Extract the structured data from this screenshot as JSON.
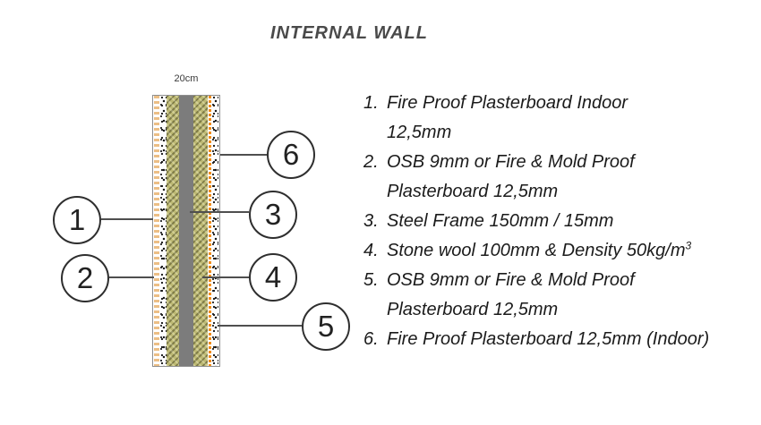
{
  "title": "INTERNAL WALL",
  "diagram": {
    "dimension_label": "20cm",
    "layers": [
      {
        "id": "plasterboard-indoor-left",
        "pattern": "tan-ladder",
        "color": "#ecbe85"
      },
      {
        "id": "osb-left",
        "pattern": "speckle",
        "color": "#1b1b1b"
      },
      {
        "id": "stone-wool-left",
        "pattern": "diagonal-hatch",
        "color": "#c8c47a"
      },
      {
        "id": "steel-frame",
        "pattern": "solid",
        "color": "#7c7c7c"
      },
      {
        "id": "stone-wool-right",
        "pattern": "diagonal-hatch",
        "color": "#c8c47a"
      },
      {
        "id": "osb-right",
        "pattern": "orange-ladder",
        "color": "#ef8c1c"
      },
      {
        "id": "plasterboard-indoor-right",
        "pattern": "speckle",
        "color": "#1b1b1b"
      }
    ]
  },
  "callouts": [
    {
      "label": "1"
    },
    {
      "label": "2"
    },
    {
      "label": "3"
    },
    {
      "label": "4"
    },
    {
      "label": "5"
    },
    {
      "label": "6"
    }
  ],
  "legend": {
    "items": [
      {
        "num": "1.",
        "line1": "Fire Proof Plasterboard Indoor",
        "line2": "12,5mm"
      },
      {
        "num": "2.",
        "line1": "OSB 9mm or Fire & Mold Proof",
        "line2": "Plasterboard 12,5mm"
      },
      {
        "num": "3.",
        "line1": "Steel Frame 150mm / 15mm"
      },
      {
        "num": "4.",
        "line1": "Stone wool 100mm & Density 50kg/m",
        "sup": "3"
      },
      {
        "num": "5.",
        "line1": "OSB 9mm or Fire & Mold Proof",
        "line2": "Plasterboard 12,5mm"
      },
      {
        "num": "6.",
        "line1": "Fire Proof Plasterboard 12,5mm (Indoor)"
      }
    ]
  }
}
